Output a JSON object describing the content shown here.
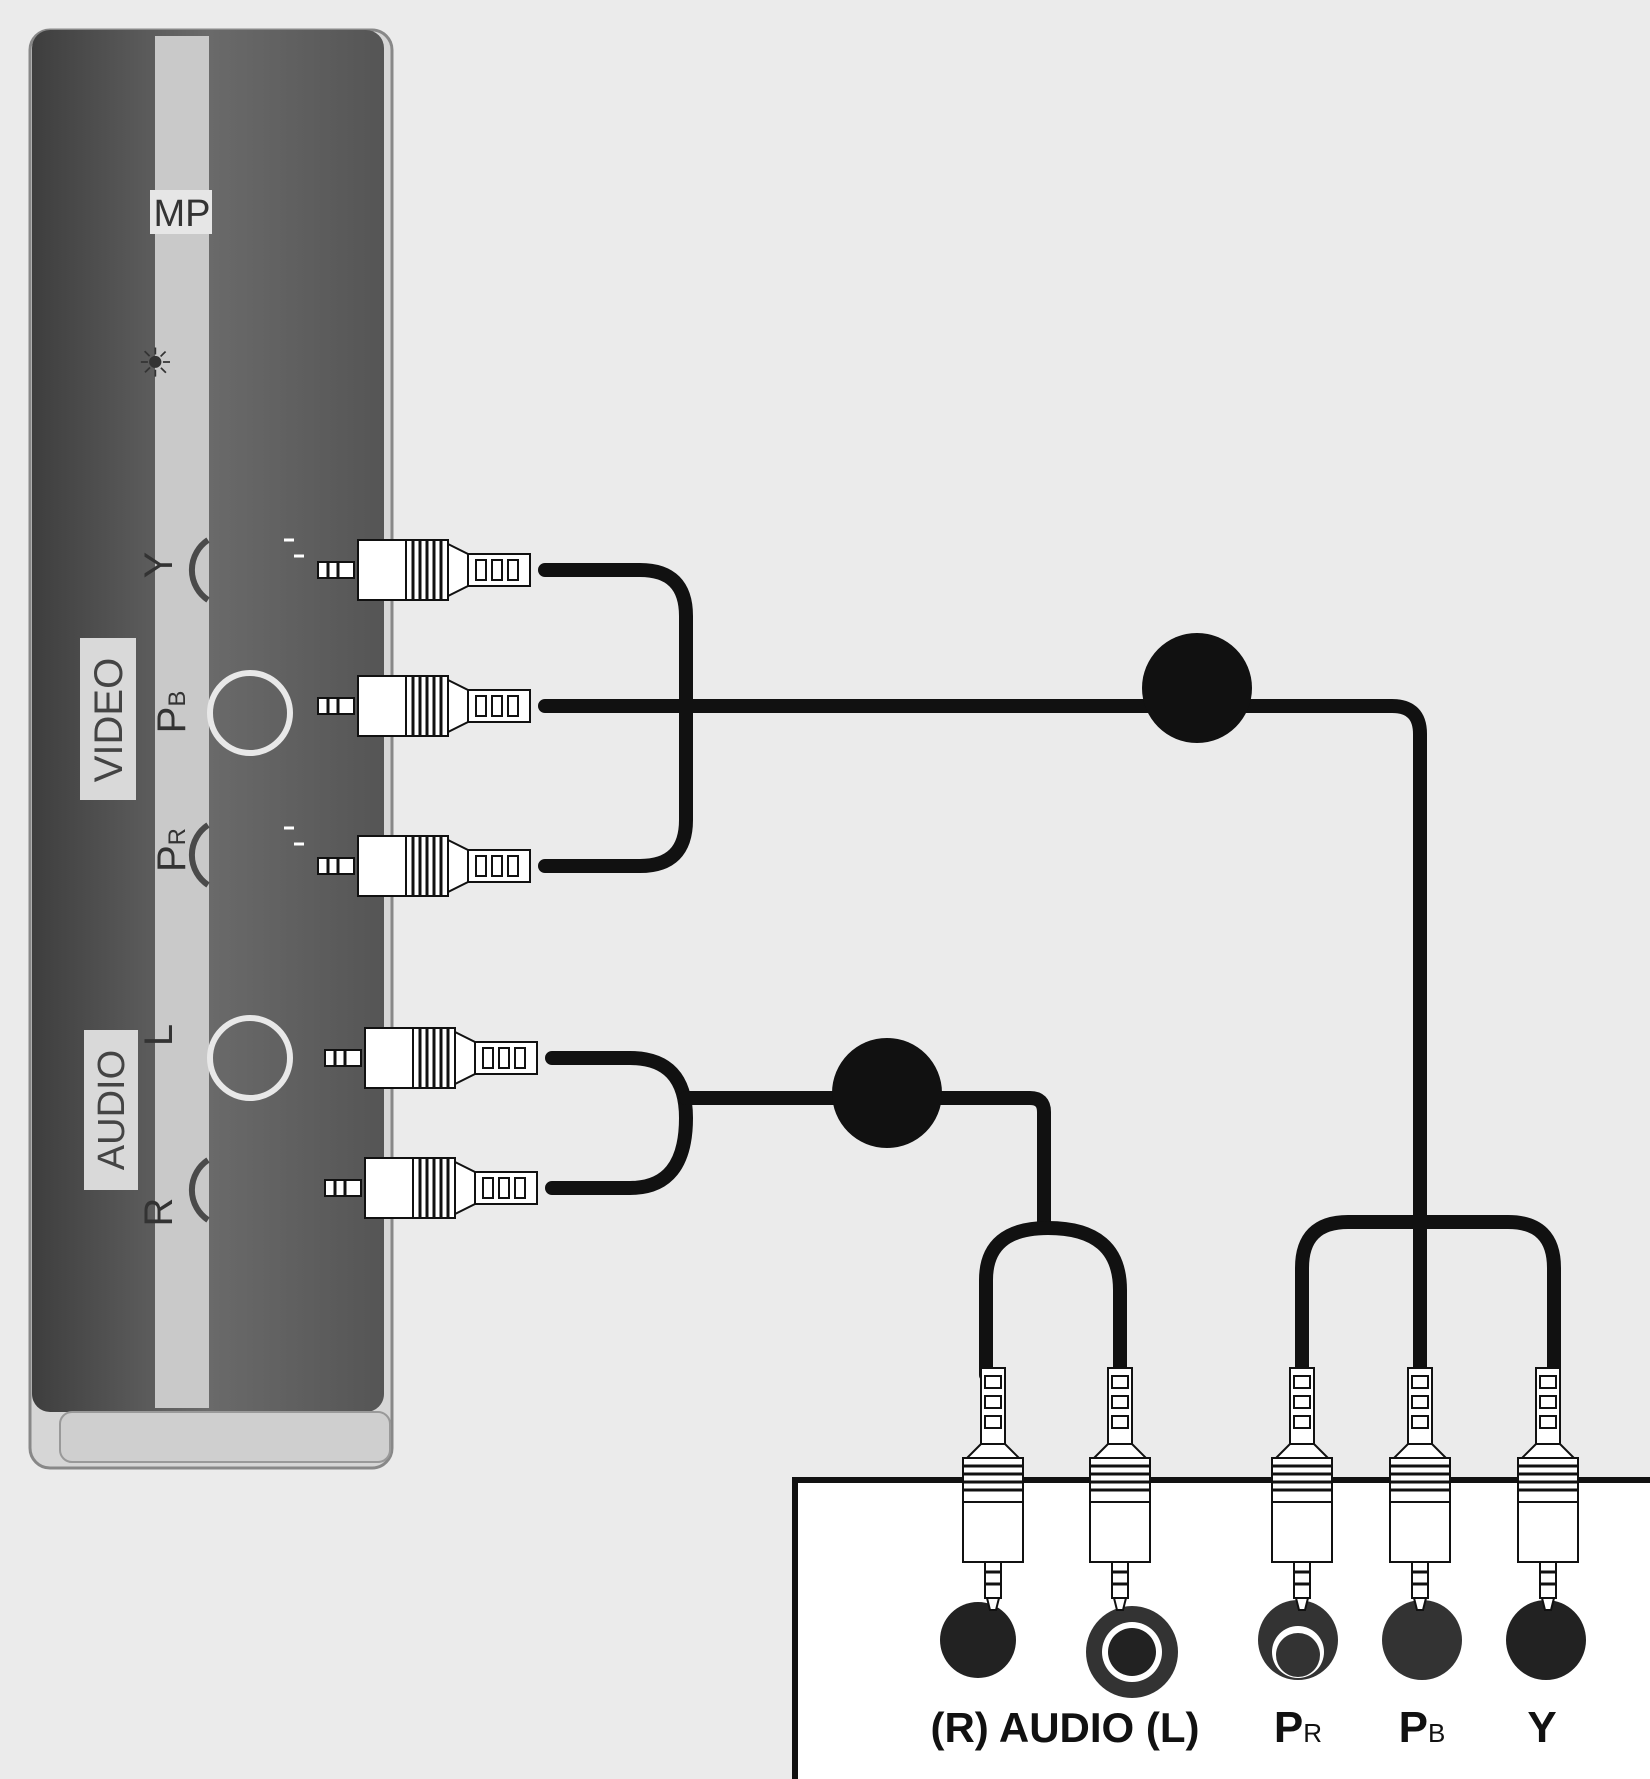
{
  "device_panel": {
    "top_label": "MP",
    "video_group": "VIDEO",
    "audio_group": "AUDIO",
    "jacks": {
      "y": "Y",
      "pb_main": "P",
      "pb_sub": "B",
      "pr_main": "P",
      "pr_sub": "R",
      "l": "L",
      "r": "R"
    }
  },
  "source_panel": {
    "audio_label": "(R) AUDIO (L)",
    "pr_main": "P",
    "pr_sub": "R",
    "pb_main": "P",
    "pb_sub": "B",
    "y": "Y"
  },
  "colors": {
    "background": "#ebebeb",
    "panel_dark": "#5b5b5b",
    "panel_strip": "#c9c9c9",
    "cable": "#111111",
    "plug_white": "#ffffff"
  }
}
